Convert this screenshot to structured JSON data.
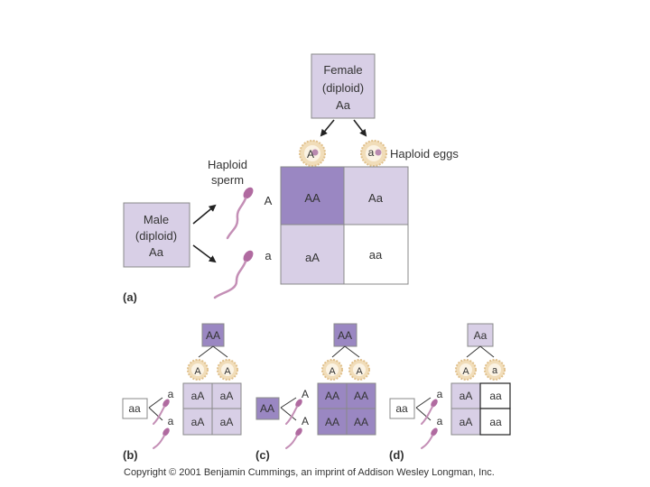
{
  "colors": {
    "dark": "#9a87c2",
    "light": "#d8cfe6",
    "white": "#ffffff",
    "border": "#888888",
    "egg_fill": "#f1ddb9",
    "egg_edge": "#e0c08c",
    "sperm": "#c48fb6",
    "sperm_head": "#b06aa0"
  },
  "panel_a": {
    "label": "(a)",
    "female": {
      "line1": "Female",
      "line2": "(diploid)",
      "line3": "Aa"
    },
    "male": {
      "line1": "Male",
      "line2": "(diploid)",
      "line3": "Aa"
    },
    "eggs_label": "Haploid eggs",
    "sperm_label_1": "Haploid",
    "sperm_label_2": "sperm",
    "egg_alleles": [
      "A",
      "a"
    ],
    "sperm_alleles": [
      "A",
      "a"
    ],
    "cells": [
      {
        "text": "AA",
        "shade": "dark"
      },
      {
        "text": "Aa",
        "shade": "light"
      },
      {
        "text": "aA",
        "shade": "light"
      },
      {
        "text": "aa",
        "shade": "white"
      }
    ]
  },
  "panel_b": {
    "label": "(b)",
    "female": "AA",
    "female_shade": "dark",
    "male": "aa",
    "male_shade": "white",
    "egg_alleles": [
      "A",
      "A"
    ],
    "sperm_alleles": [
      "a",
      "a"
    ],
    "cells": [
      {
        "text": "aA",
        "shade": "light"
      },
      {
        "text": "aA",
        "shade": "light"
      },
      {
        "text": "aA",
        "shade": "light"
      },
      {
        "text": "aA",
        "shade": "light"
      }
    ]
  },
  "panel_c": {
    "label": "(c)",
    "female": "AA",
    "female_shade": "dark",
    "male": "AA",
    "male_shade": "dark",
    "egg_alleles": [
      "A",
      "A"
    ],
    "sperm_alleles": [
      "A",
      "A"
    ],
    "cells": [
      {
        "text": "AA",
        "shade": "dark"
      },
      {
        "text": "AA",
        "shade": "dark"
      },
      {
        "text": "AA",
        "shade": "dark"
      },
      {
        "text": "AA",
        "shade": "dark"
      }
    ]
  },
  "panel_d": {
    "label": "(d)",
    "female": "Aa",
    "female_shade": "light",
    "male": "aa",
    "male_shade": "white",
    "egg_alleles": [
      "A",
      "a"
    ],
    "sperm_alleles": [
      "a",
      "a"
    ],
    "cells": [
      {
        "text": "aA",
        "shade": "light"
      },
      {
        "text": "aa",
        "shade": "white"
      },
      {
        "text": "aA",
        "shade": "light"
      },
      {
        "text": "aa",
        "shade": "white"
      }
    ]
  },
  "copyright": "Copyright © 2001 Benjamin Cummings, an imprint of Addison Wesley Longman, Inc."
}
